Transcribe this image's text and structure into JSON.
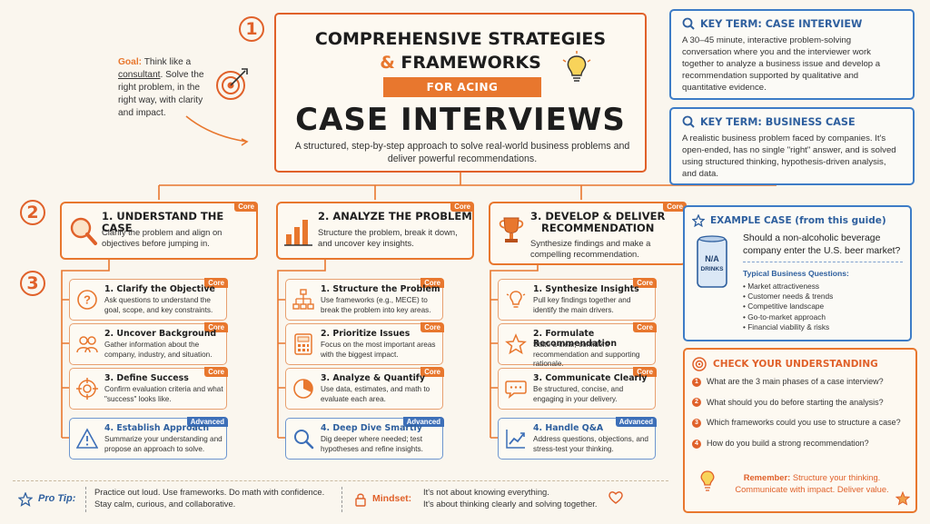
{
  "steps": [
    "1",
    "2",
    "3"
  ],
  "title": {
    "line1": "COMPREHENSIVE STRATEGIES",
    "line2_amp": "&",
    "line2": "FRAMEWORKS",
    "ribbon": "FOR ACING",
    "line3": "CASE INTERVIEWS",
    "subtitle": "A structured, step-by-step approach to solve real-world business problems and deliver powerful recommendations."
  },
  "goal": {
    "label": "Goal:",
    "text_a": "Think like a",
    "text_u": "consultant",
    "text_b": ". Solve the right problem, in the right way, with clarity and impact."
  },
  "key_term_1": {
    "heading": "KEY TERM: CASE INTERVIEW",
    "body": "A 30–45 minute, interactive problem-solving conversation where you and the interviewer work together to analyze a business issue and develop a recommendation supported by qualitative and quantitative evidence."
  },
  "key_term_2": {
    "heading": "KEY TERM: BUSINESS CASE",
    "body": "A realistic business problem faced by companies. It's open-ended, has no single \"right\" answer, and is solved using structured thinking, hypothesis-driven analysis, and data."
  },
  "phases": [
    {
      "title": "1. UNDERSTAND THE CASE",
      "desc": "Clarify the problem and align on objectives before jumping in.",
      "badge": "Core"
    },
    {
      "title": "2. ANALYZE THE PROBLEM",
      "desc": "Structure the problem, break it down, and uncover key insights.",
      "badge": "Core"
    },
    {
      "title_a": "3. DEVELOP & DELIVER",
      "title_b": "RECOMMENDATION",
      "desc": "Synthesize findings and make a compelling recommendation.",
      "badge": "Core"
    }
  ],
  "col1": [
    {
      "title": "1. Clarify the Objective",
      "desc": "Ask questions to understand the goal, scope, and key constraints.",
      "badge": "Core"
    },
    {
      "title": "2. Uncover Background",
      "desc": "Gather information about the company, industry, and situation.",
      "badge": "Core"
    },
    {
      "title": "3. Define Success",
      "desc": "Confirm evaluation criteria and what \"success\" looks like.",
      "badge": "Core"
    },
    {
      "title": "4. Establish Approach",
      "desc": "Summarize your understanding and propose an approach to solve.",
      "badge": "Advanced"
    }
  ],
  "col2": [
    {
      "title": "1. Structure the Problem",
      "desc": "Use frameworks (e.g., MECE) to break the problem into key areas.",
      "badge": "Core"
    },
    {
      "title": "2. Prioritize Issues",
      "desc": "Focus on the most important areas with the biggest impact.",
      "badge": "Core"
    },
    {
      "title": "3. Analyze & Quantify",
      "desc": "Use data, estimates, and math to evaluate each area.",
      "badge": "Core"
    },
    {
      "title": "4. Deep Dive Smartly",
      "desc": "Dig deeper where needed; test hypotheses and refine insights.",
      "badge": "Advanced"
    }
  ],
  "col3": [
    {
      "title": "1. Synthesize Insights",
      "desc": "Pull key findings together and identify the main drivers.",
      "badge": "Core"
    },
    {
      "title": "2. Formulate Recommendation",
      "desc": "State a clear, confident recommendation and supporting rationale.",
      "badge": "Core"
    },
    {
      "title": "3. Communicate Clearly",
      "desc": "Be structured, concise, and engaging in your delivery.",
      "badge": "Core"
    },
    {
      "title": "4. Handle Q&A",
      "desc": "Address questions, objections, and stress-test your thinking.",
      "badge": "Advanced"
    }
  ],
  "example": {
    "heading": "EXAMPLE CASE (from this guide)",
    "question": "Should a non-alcoholic beverage company enter the U.S. beer market?",
    "can_label_1": "N/A",
    "can_label_2": "DRINKS",
    "subheading": "Typical Business Questions:",
    "items": [
      "Market attractiveness",
      "Customer needs & trends",
      "Competitive landscape",
      "Go-to-market approach",
      "Financial viability & risks"
    ]
  },
  "check": {
    "heading": "CHECK YOUR UNDERSTANDING",
    "questions": [
      "What are the 3 main phases of a case interview?",
      "What should you do before starting the analysis?",
      "Which frameworks could you use to structure a case?",
      "How do you build a strong recommendation?"
    ],
    "remember_label": "Remember:",
    "remember_a": "Structure your thinking.",
    "remember_b": "Communicate with impact. Deliver value."
  },
  "bottom": {
    "protip_label": "Pro Tip:",
    "protip_a": "Practice out loud. Use frameworks. Do math with confidence.",
    "protip_b": "Stay calm, curious, and collaborative.",
    "mindset_label": "Mindset:",
    "mindset_a": "It's not about knowing everything.",
    "mindset_b": "It's about thinking clearly and solving together."
  }
}
